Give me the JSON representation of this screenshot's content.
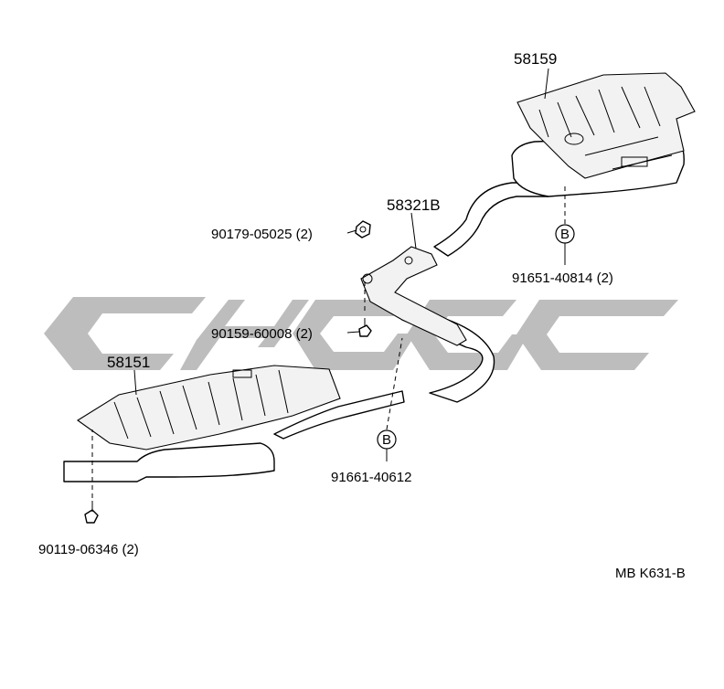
{
  "diagram_id": "MB K631-B",
  "watermark_color": "#bdbdbd",
  "parts": [
    {
      "key": "p58159",
      "label": "58159"
    },
    {
      "key": "p58321b",
      "label": "58321B"
    },
    {
      "key": "p58151",
      "label": "58151"
    },
    {
      "key": "p90179",
      "label": "90179-05025 (2)"
    },
    {
      "key": "p90159",
      "label": "90159-60008 (2)"
    },
    {
      "key": "p91651",
      "label": "91651-40814 (2)"
    },
    {
      "key": "p91661",
      "label": "91661-40612"
    },
    {
      "key": "p90119",
      "label": "90119-06346 (2)"
    }
  ],
  "callouts": [
    {
      "key": "b1",
      "letter": "B"
    },
    {
      "key": "b2",
      "letter": "B"
    }
  ]
}
